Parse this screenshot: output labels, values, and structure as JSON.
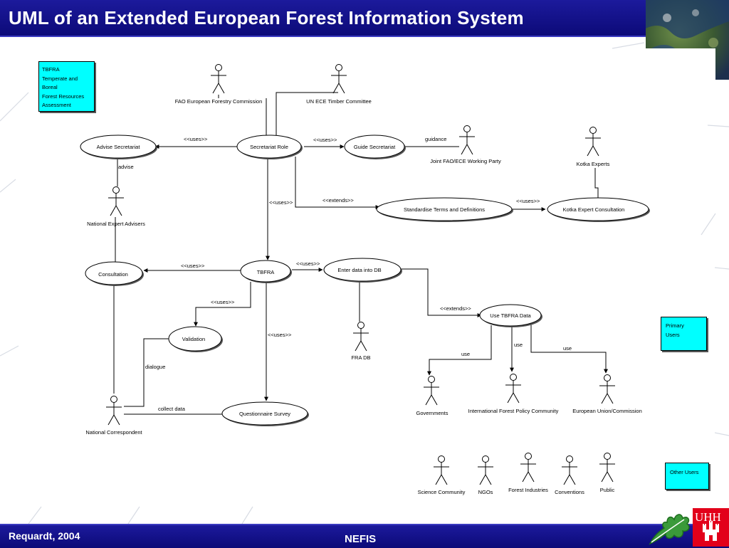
{
  "slide": {
    "title": "UML of an Extended European Forest Information System",
    "footer_author": "Requardt, 2004",
    "footer_center": "NEFIS",
    "logo_text": "UHH"
  },
  "colors": {
    "header_bar": "#14129a",
    "note_fill": "#00ffff",
    "logo_red": "#e2001a",
    "leaf_green": "#3a9a3a"
  },
  "notes": {
    "tbfra": [
      "TBFRA",
      "Temperate and",
      "Boreal",
      "Forest Resources",
      "Assessment"
    ],
    "primary": [
      "Primary",
      "Users"
    ],
    "other": [
      "Other Users"
    ]
  },
  "usecases": {
    "advise": "Advise Secretariat",
    "secretariat_role": "Secretariat Role",
    "guide": "Guide Secretariat",
    "standardise": "Standardise Terms and Definitions",
    "kotka_consult": "Kotka Expert Consultation",
    "consultation": "Consultation",
    "tbfra": "TBFRA",
    "enter_data": "Enter data into DB",
    "validation": "Validation",
    "use_tbfra": "Use TBFRA Data",
    "questionnaire": "Questionnaire Survey"
  },
  "actors": {
    "fao": "FAO European Forestry Commission",
    "unece": "UN ECE Timber Committee",
    "joint": "Joint FAO/ECE Working Party",
    "kotka": "Kotka Experts",
    "national_expert": "National Expert Advisers",
    "fra_db": "FRA DB",
    "national_correspondent": "National Correspondent",
    "governments": "Governments",
    "ifpc": "International Forest Policy Community",
    "eu": "European Union/Commission",
    "science": "Science Community",
    "ngos": "NGOs",
    "forest_industries": "Forest Industries",
    "conventions": "Conventions",
    "public": "Public"
  },
  "relations": {
    "uses": "<<uses>>",
    "extends": "<<extends>>",
    "guidance": "guidance",
    "advise": "advise",
    "dialogue": "dialogue",
    "collect_data": "collect data",
    "use": "use"
  }
}
